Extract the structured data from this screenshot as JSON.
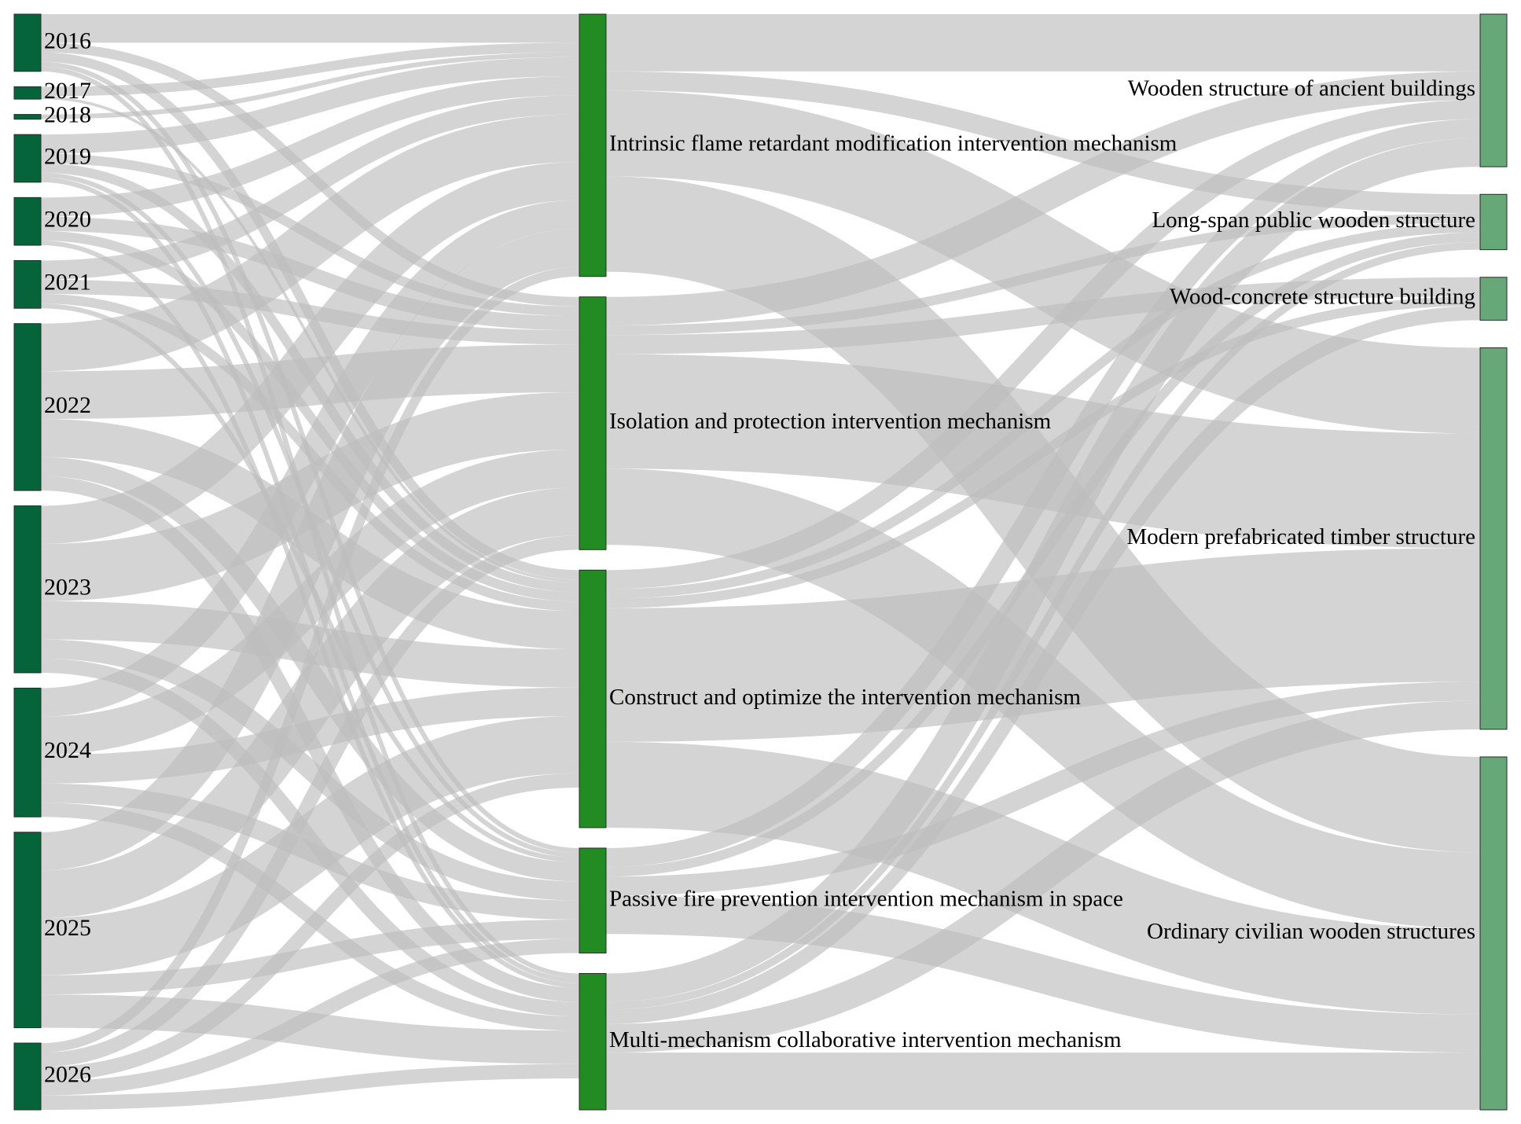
{
  "diagram": {
    "type": "sankey",
    "colors": {
      "year_node": "#05643a",
      "mechanism_node": "#228b22",
      "structure_node": "#66a878",
      "link": "#bdbdbd"
    },
    "columns": [
      {
        "name": "years",
        "nodes": [
          {
            "id": "2016",
            "label": "2016"
          },
          {
            "id": "2017",
            "label": "2017"
          },
          {
            "id": "2018",
            "label": "2018"
          },
          {
            "id": "2019",
            "label": "2019"
          },
          {
            "id": "2020",
            "label": "2020"
          },
          {
            "id": "2021",
            "label": "2021"
          },
          {
            "id": "2022",
            "label": "2022"
          },
          {
            "id": "2023",
            "label": "2023"
          },
          {
            "id": "2024",
            "label": "2024"
          },
          {
            "id": "2025",
            "label": "2025"
          },
          {
            "id": "2026",
            "label": "2026"
          }
        ]
      },
      {
        "name": "mechanisms",
        "nodes": [
          {
            "id": "M1",
            "label": "Intrinsic flame retardant modification intervention mechanism"
          },
          {
            "id": "M2",
            "label": "Isolation and protection intervention mechanism"
          },
          {
            "id": "M3",
            "label": "Construct and optimize the intervention mechanism"
          },
          {
            "id": "M4",
            "label": "Passive fire prevention intervention mechanism in space"
          },
          {
            "id": "M5",
            "label": "Multi-mechanism collaborative intervention mechanism"
          }
        ]
      },
      {
        "name": "structures",
        "nodes": [
          {
            "id": "S1",
            "label": "Wooden structure of ancient buildings"
          },
          {
            "id": "S2",
            "label": "Long-span public wooden structure"
          },
          {
            "id": "S3",
            "label": "Wood-concrete structure building"
          },
          {
            "id": "S4",
            "label": "Modern prefabricated timber structure"
          },
          {
            "id": "S5",
            "label": "Ordinary civilian wooden structures"
          }
        ]
      }
    ],
    "links": [
      {
        "source": "2016",
        "target": "M1",
        "value": 3
      },
      {
        "source": "2016",
        "target": "M2",
        "value": 1
      },
      {
        "source": "2016",
        "target": "M3",
        "value": 1
      },
      {
        "source": "2016",
        "target": "M4",
        "value": 0.5
      },
      {
        "source": "2016",
        "target": "M5",
        "value": 0.5
      },
      {
        "source": "2017",
        "target": "M1",
        "value": 1
      },
      {
        "source": "2017",
        "target": "M3",
        "value": 0.3
      },
      {
        "source": "2018",
        "target": "M1",
        "value": 0.5
      },
      {
        "source": "2019",
        "target": "M1",
        "value": 2
      },
      {
        "source": "2019",
        "target": "M2",
        "value": 1
      },
      {
        "source": "2019",
        "target": "M3",
        "value": 1
      },
      {
        "source": "2019",
        "target": "M4",
        "value": 0.5
      },
      {
        "source": "2019",
        "target": "M5",
        "value": 0.5
      },
      {
        "source": "2020",
        "target": "M1",
        "value": 2
      },
      {
        "source": "2020",
        "target": "M2",
        "value": 1.5
      },
      {
        "source": "2020",
        "target": "M3",
        "value": 1
      },
      {
        "source": "2020",
        "target": "M5",
        "value": 0.5
      },
      {
        "source": "2021",
        "target": "M1",
        "value": 2
      },
      {
        "source": "2021",
        "target": "M2",
        "value": 1.5
      },
      {
        "source": "2021",
        "target": "M3",
        "value": 1
      },
      {
        "source": "2021",
        "target": "M4",
        "value": 0.5
      },
      {
        "source": "2022",
        "target": "M1",
        "value": 5
      },
      {
        "source": "2022",
        "target": "M2",
        "value": 5
      },
      {
        "source": "2022",
        "target": "M3",
        "value": 4
      },
      {
        "source": "2022",
        "target": "M4",
        "value": 2
      },
      {
        "source": "2022",
        "target": "M5",
        "value": 1.5
      },
      {
        "source": "2023",
        "target": "M1",
        "value": 4
      },
      {
        "source": "2023",
        "target": "M2",
        "value": 6
      },
      {
        "source": "2023",
        "target": "M3",
        "value": 4
      },
      {
        "source": "2023",
        "target": "M4",
        "value": 2
      },
      {
        "source": "2023",
        "target": "M5",
        "value": 1.5
      },
      {
        "source": "2024",
        "target": "M1",
        "value": 3
      },
      {
        "source": "2024",
        "target": "M2",
        "value": 4
      },
      {
        "source": "2024",
        "target": "M3",
        "value": 3
      },
      {
        "source": "2024",
        "target": "M4",
        "value": 2
      },
      {
        "source": "2024",
        "target": "M5",
        "value": 1.5
      },
      {
        "source": "2025",
        "target": "M1",
        "value": 4
      },
      {
        "source": "2025",
        "target": "M2",
        "value": 5
      },
      {
        "source": "2025",
        "target": "M3",
        "value": 6
      },
      {
        "source": "2025",
        "target": "M4",
        "value": 2
      },
      {
        "source": "2025",
        "target": "M5",
        "value": 3.5
      },
      {
        "source": "2026",
        "target": "M1",
        "value": 1
      },
      {
        "source": "2026",
        "target": "M2",
        "value": 1.5
      },
      {
        "source": "2026",
        "target": "M3",
        "value": 1.5
      },
      {
        "source": "2026",
        "target": "M4",
        "value": 1.5
      },
      {
        "source": "2026",
        "target": "M5",
        "value": 1.5
      },
      {
        "source": "M1",
        "target": "S1",
        "value": 6
      },
      {
        "source": "M1",
        "target": "S2",
        "value": 2
      },
      {
        "source": "M1",
        "target": "S4",
        "value": 9
      },
      {
        "source": "M1",
        "target": "S5",
        "value": 10
      },
      {
        "source": "M2",
        "target": "S1",
        "value": 3
      },
      {
        "source": "M2",
        "target": "S2",
        "value": 1
      },
      {
        "source": "M2",
        "target": "S3",
        "value": 2
      },
      {
        "source": "M2",
        "target": "S4",
        "value": 12
      },
      {
        "source": "M2",
        "target": "S5",
        "value": 8
      },
      {
        "source": "M3",
        "target": "S1",
        "value": 2
      },
      {
        "source": "M3",
        "target": "S2",
        "value": 1
      },
      {
        "source": "M3",
        "target": "S3",
        "value": 1
      },
      {
        "source": "M3",
        "target": "S4",
        "value": 14
      },
      {
        "source": "M3",
        "target": "S5",
        "value": 9
      },
      {
        "source": "M4",
        "target": "S1",
        "value": 2
      },
      {
        "source": "M4",
        "target": "S2",
        "value": 1
      },
      {
        "source": "M4",
        "target": "S4",
        "value": 2
      },
      {
        "source": "M4",
        "target": "S5",
        "value": 4
      },
      {
        "source": "M5",
        "target": "S1",
        "value": 3
      },
      {
        "source": "M5",
        "target": "S2",
        "value": 0.8
      },
      {
        "source": "M5",
        "target": "S3",
        "value": 1.5
      },
      {
        "source": "M5",
        "target": "S4",
        "value": 3
      },
      {
        "source": "M5",
        "target": "S5",
        "value": 6
      }
    ]
  }
}
